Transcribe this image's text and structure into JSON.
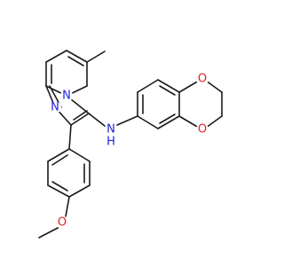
{
  "molecule": {
    "colors": {
      "bond": "#1a1a1a",
      "nitrogen": "#2020e0",
      "oxygen": "#e02020",
      "background": "#ffffff"
    },
    "atom_labels": {
      "n_ring": "N",
      "n_imidazole": "N",
      "n_amine": "N",
      "h_amine": "H",
      "o_dioxane_top": "O",
      "o_dioxane_bottom": "O",
      "o_methoxy": "O"
    }
  }
}
